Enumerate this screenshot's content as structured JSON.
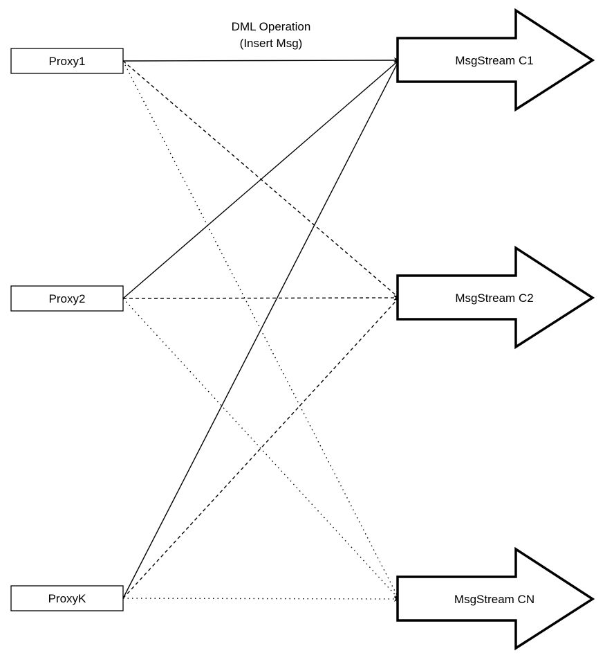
{
  "edge_label": [
    "DML Operation",
    "(Insert Msg)"
  ],
  "proxies": [
    {
      "id": "p1",
      "label": "Proxy1"
    },
    {
      "id": "p2",
      "label": "Proxy2"
    },
    {
      "id": "pk",
      "label": "ProxyK"
    }
  ],
  "streams": [
    {
      "id": "c1",
      "label": "MsgStream C1"
    },
    {
      "id": "c2",
      "label": "MsgStream C2"
    },
    {
      "id": "cn",
      "label": "MsgStream CN"
    }
  ],
  "edges": [
    {
      "from": "p1",
      "to": "c1",
      "style": "solid"
    },
    {
      "from": "p2",
      "to": "c1",
      "style": "solid"
    },
    {
      "from": "pk",
      "to": "c1",
      "style": "solid"
    },
    {
      "from": "p1",
      "to": "c2",
      "style": "dashed"
    },
    {
      "from": "p2",
      "to": "c2",
      "style": "dashed"
    },
    {
      "from": "pk",
      "to": "c2",
      "style": "dashed"
    },
    {
      "from": "p1",
      "to": "cn",
      "style": "dotted"
    },
    {
      "from": "p2",
      "to": "cn",
      "style": "dotted"
    },
    {
      "from": "pk",
      "to": "cn",
      "style": "dotted"
    }
  ]
}
